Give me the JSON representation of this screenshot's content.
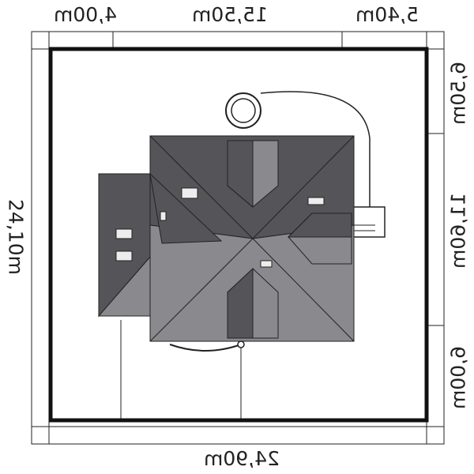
{
  "dimensions": {
    "top_left": "4,00m",
    "top_middle": "15,50m",
    "top_right": "5,40m",
    "bottom": "24,90m",
    "left": "24,10m",
    "right_top": "6,50m",
    "right_middle": "11,60m",
    "right_bottom": "6,00m"
  },
  "colors": {
    "roof_dark": "#555458",
    "roof_light": "#8a898d",
    "plot_border": "#111111",
    "line": "#222222"
  }
}
